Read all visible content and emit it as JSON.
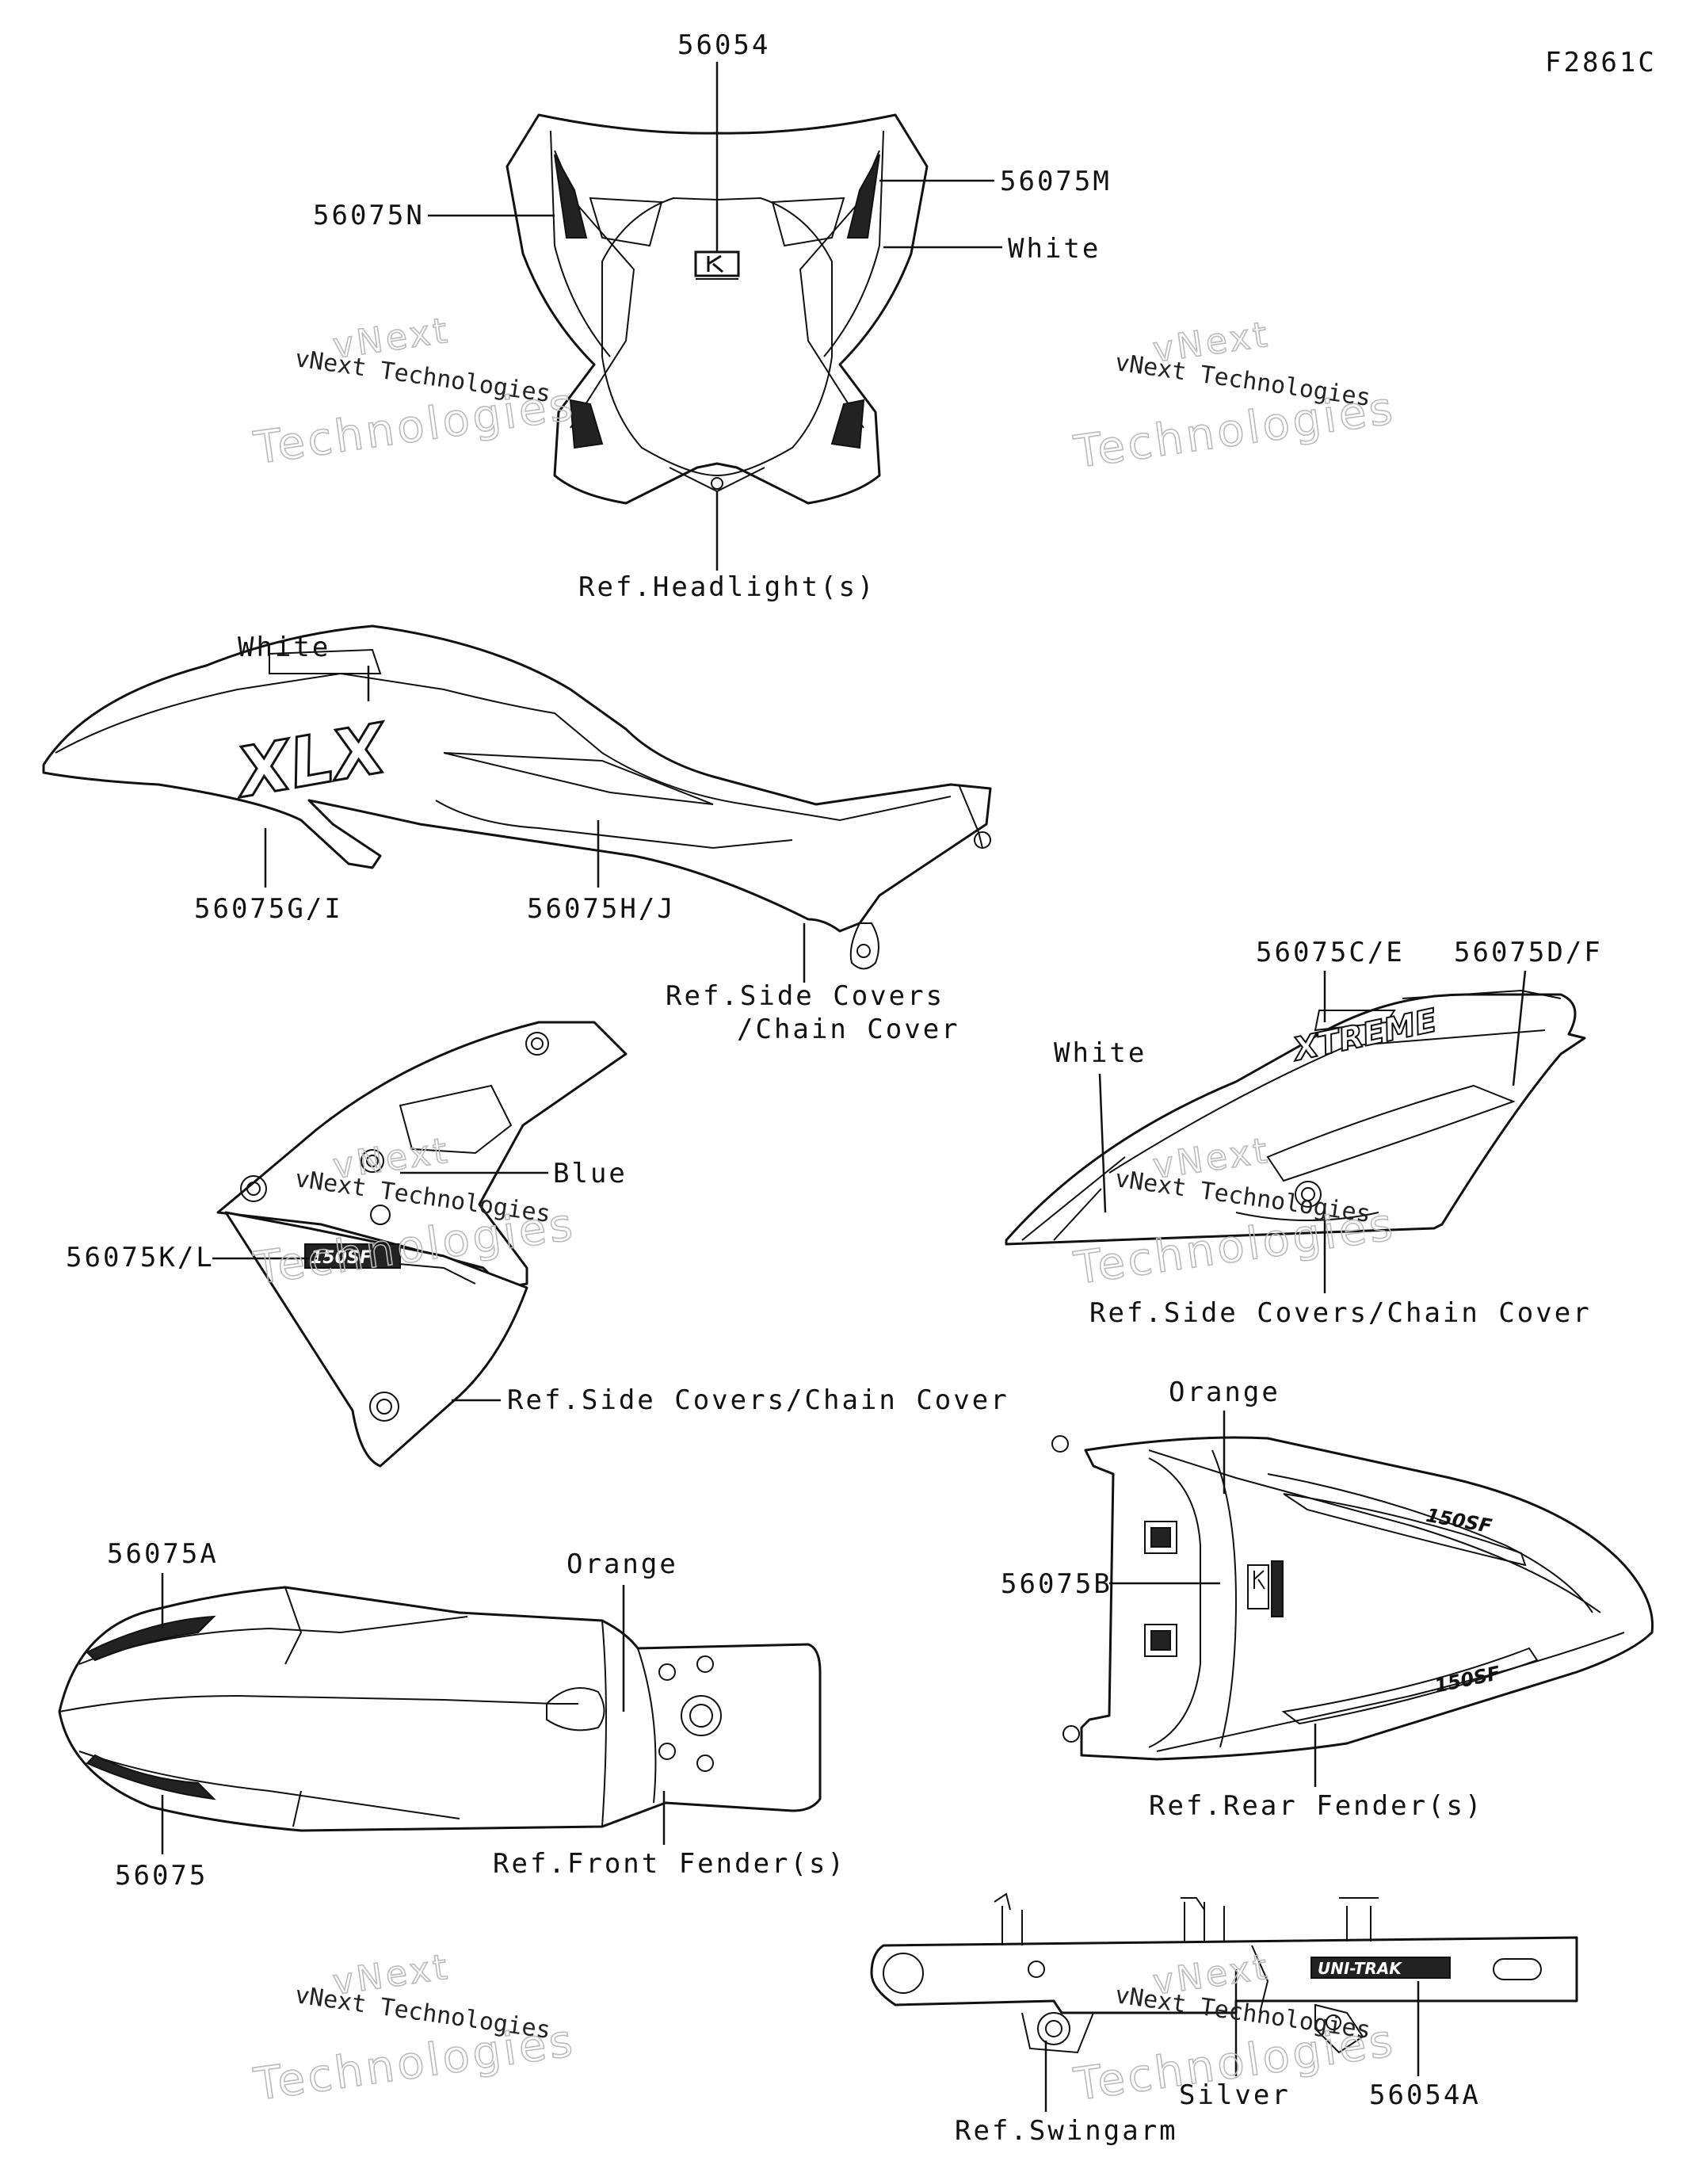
{
  "figure_code": "F2861C",
  "watermark": {
    "line1": "vNext Technologies",
    "line2": "vNext",
    "line3": "Technologies"
  },
  "labels": {
    "headlight_decal": "56054",
    "headlight_left": "56075N",
    "headlight_right": "56075M",
    "headlight_white": "White",
    "ref_headlight": "Ref.Headlight(s)",
    "side_white": "White",
    "side_gi": "56075G/I",
    "side_hj": "56075H/J",
    "ref_side_covers_1": "Ref.Side Covers",
    "ref_side_covers_2": "/Chain Cover",
    "shroud_blue": "Blue",
    "shroud_kl": "56075K/L",
    "ref_shroud": "Ref.Side Covers/Chain Cover",
    "rside_ce": "56075C/E",
    "rside_df": "56075D/F",
    "rside_white": "White",
    "ref_rside": "Ref.Side Covers/Chain Cover",
    "front_a": "56075A",
    "front_orange": "Orange",
    "front_b": "56075",
    "ref_front": "Ref.Front Fender(s)",
    "rear_orange": "Orange",
    "rear_b": "56075B",
    "ref_rear": "Ref.Rear Fender(s)",
    "swing_silver": "Silver",
    "swing_decal": "56054A",
    "ref_swing": "Ref.Swingarm"
  },
  "decal_text": {
    "side_logo": "XLX",
    "rside_logo": "XTREME",
    "shroud_logo": "150SF",
    "rear_logo1": "150SF",
    "rear_logo2": "150SF",
    "swing_logo": "UNI-TRAK"
  },
  "icons": [
    "kawasaki-k-emblem",
    "mount-hole"
  ]
}
